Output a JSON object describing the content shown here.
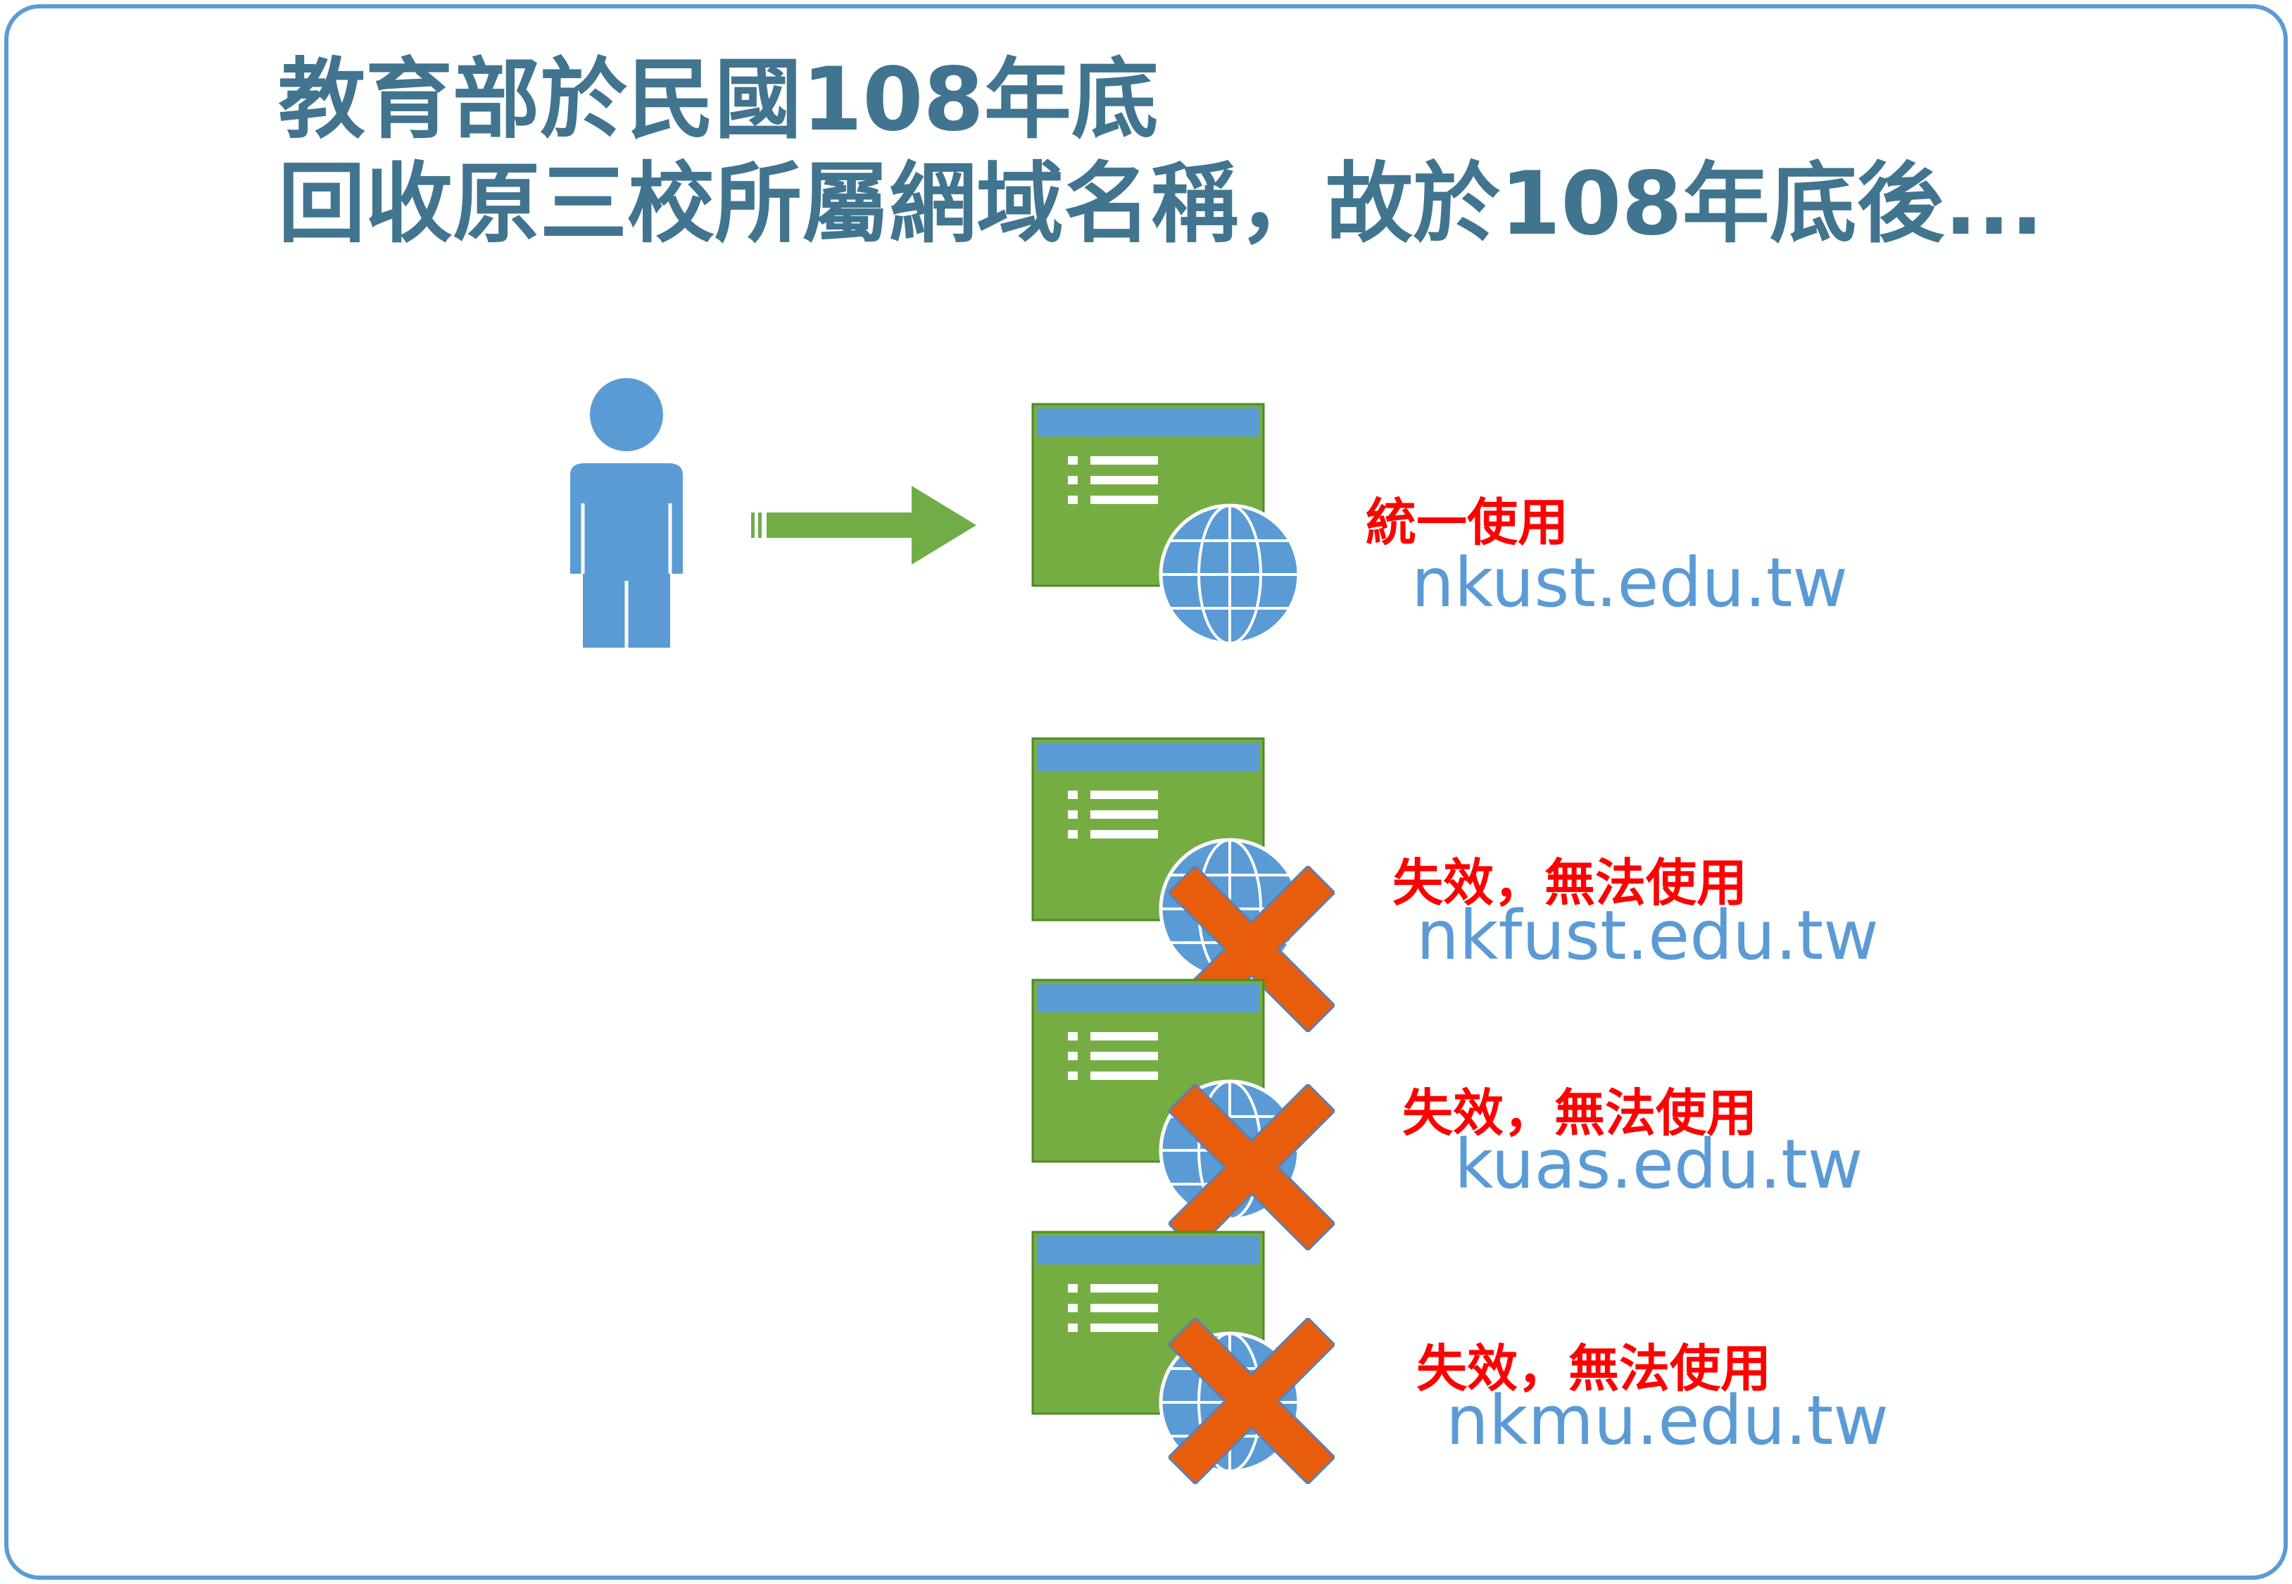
{
  "title": {
    "line1": "教育部於民國108年底",
    "line2": "回收原三校所屬網域名稱，故於108年底後..."
  },
  "active_site": {
    "note": "統一使用",
    "domain": "nkust.edu.tw"
  },
  "retired_sites": [
    {
      "note": "失效，無法使用",
      "domain": "nkfust.edu.tw"
    },
    {
      "note": "失效，無法使用",
      "domain": "kuas.edu.tw"
    },
    {
      "note": "失效，無法使用",
      "domain": "nkmu.edu.tw"
    }
  ],
  "colors": {
    "frame": "#5b9bd5",
    "title": "#41748f",
    "person": "#5b9bd5",
    "arrow": "#70ad47",
    "site_body": "#76ad43",
    "site_bar": "#5b9bd5",
    "globe": "#5b9bd5",
    "cross": "#e85d0c",
    "note": "#ff0000",
    "domain": "#5b9bd5"
  },
  "icons": [
    "person-icon",
    "arrow-right-icon",
    "website-globe-icon",
    "cross-mark-icon"
  ]
}
